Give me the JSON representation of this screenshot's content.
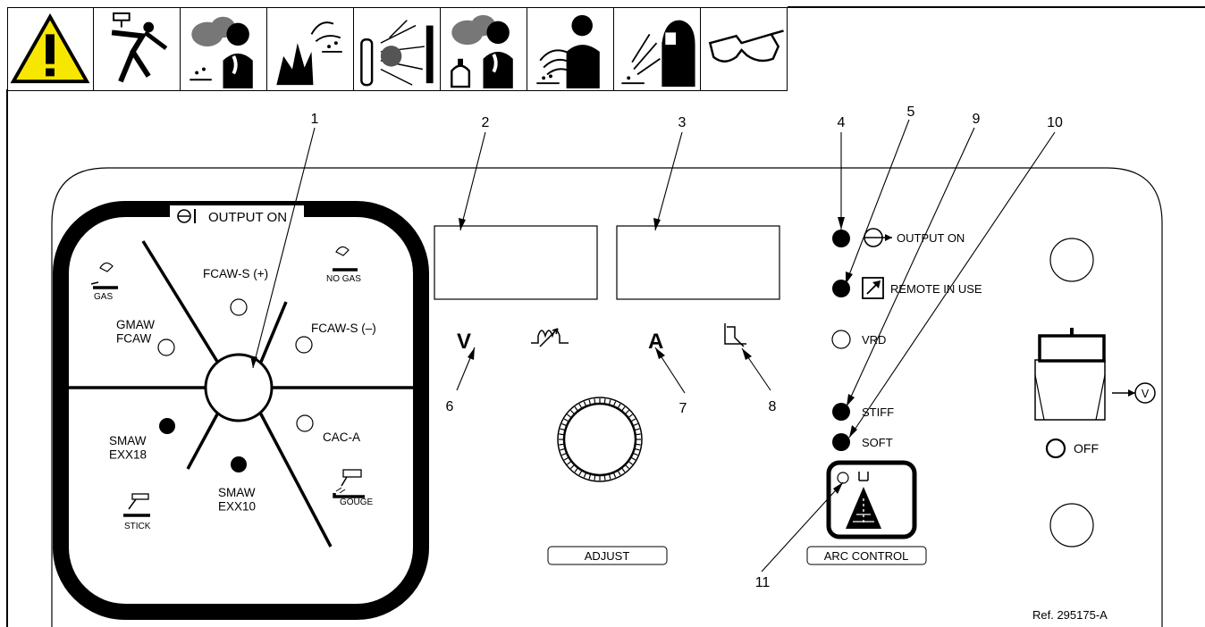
{
  "warning_icons": [
    {
      "icon": "caution-triangle-icon",
      "bg": "#f7e600"
    },
    {
      "icon": "electric-shock-icon"
    },
    {
      "icon": "fumes-gases-icon"
    },
    {
      "icon": "explosion-sparks-icon"
    },
    {
      "icon": "cylinder-fire-icon"
    },
    {
      "icon": "fumes-cylinder-icon"
    },
    {
      "icon": "emf-pacemaker-icon"
    },
    {
      "icon": "arc-rays-helmet-icon"
    },
    {
      "icon": "safety-glasses-icon"
    }
  ],
  "callouts": [
    "1",
    "2",
    "3",
    "4",
    "5",
    "9",
    "10",
    "6",
    "7",
    "8",
    "11"
  ],
  "selector": {
    "title": "OUTPUT ON",
    "modes": {
      "gmaw_fcaw": "GMAW\nFCAW",
      "fcaw_s_plus": "FCAW-S (+)",
      "fcaw_s_minus": "FCAW-S (–)",
      "smaw_exx18": "SMAW\nEXX18",
      "smaw_exx10": "SMAW\nEXX10",
      "cac_a": "CAC-A"
    },
    "process_labels": {
      "gas": "GAS",
      "no_gas": "NO GAS",
      "stick": "STICK",
      "gouge": "GOUGE"
    }
  },
  "meters": {
    "volts_symbol": "V",
    "amps_symbol": "A"
  },
  "adjust_label": "ADJUST",
  "indicators": {
    "output_on": "OUTPUT ON",
    "remote_in_use": "REMOTE IN USE",
    "vrd": "VRD",
    "stiff": "STIFF",
    "soft": "SOFT"
  },
  "arc_control_label": "ARC CONTROL",
  "power_switch": {
    "off_label": "OFF",
    "v_symbol": "V"
  },
  "reference": "Ref. 295175-A"
}
